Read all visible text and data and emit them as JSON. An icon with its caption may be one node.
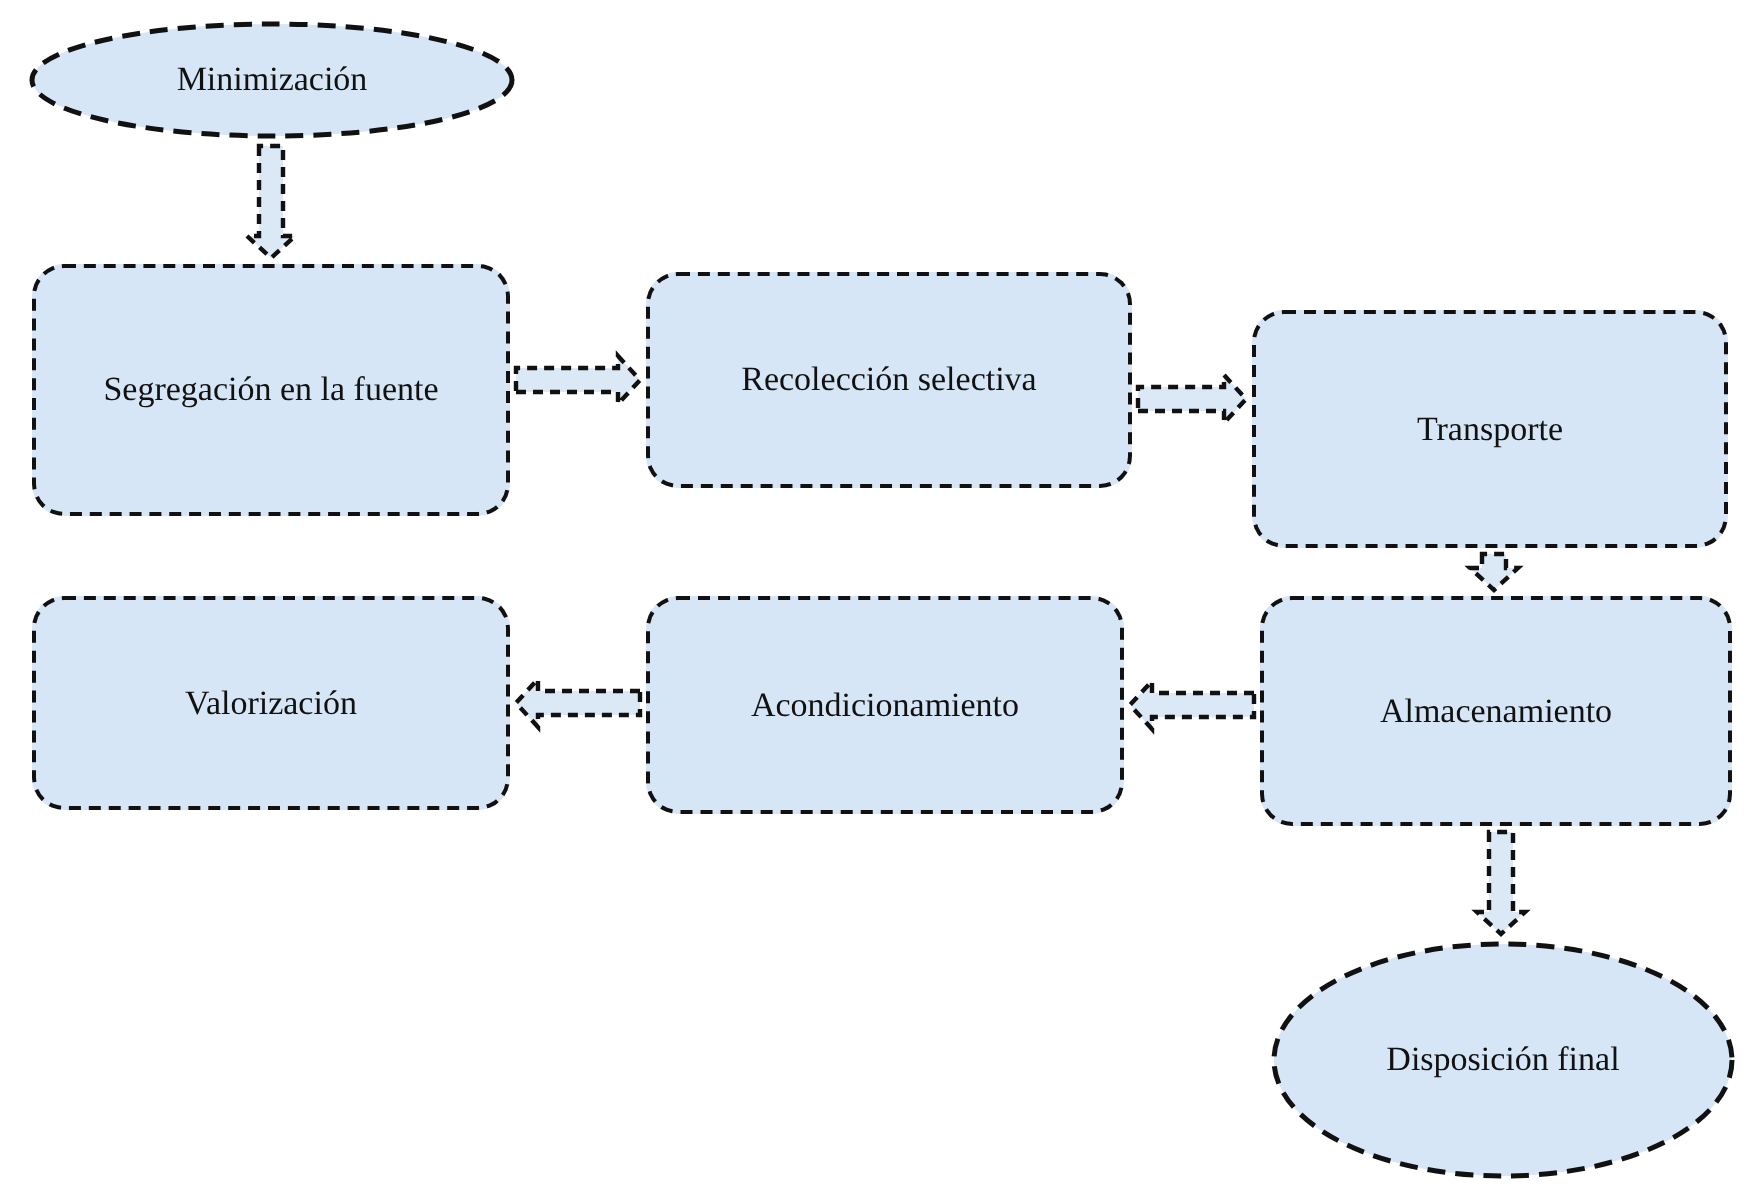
{
  "diagram": {
    "nodes": [
      {
        "text": [
          "Minimización"
        ]
      },
      {
        "text": [
          "Segregación en la fuente"
        ]
      },
      {
        "text": [
          "Recolección selectiva"
        ]
      },
      {
        "text": [
          "Transporte"
        ]
      },
      {
        "text": [
          "Almacenamiento"
        ]
      },
      {
        "text": [
          "Acondicionamiento"
        ]
      },
      {
        "text": [
          "Valorización"
        ]
      },
      {
        "text": [
          "Disposición final"
        ]
      }
    ],
    "edges": [
      {
        "from": 0,
        "to": 1,
        "arrow": "to"
      },
      {
        "from": 1,
        "to": 2,
        "arrow": "to"
      },
      {
        "from": 2,
        "to": 3,
        "arrow": "to"
      },
      {
        "from": 3,
        "to": 4,
        "arrow": "to"
      },
      {
        "from": 4,
        "to": 5,
        "arrow": "to"
      },
      {
        "from": 5,
        "to": 6,
        "arrow": "to"
      },
      {
        "from": 4,
        "to": 7,
        "arrow": "to"
      }
    ]
  }
}
